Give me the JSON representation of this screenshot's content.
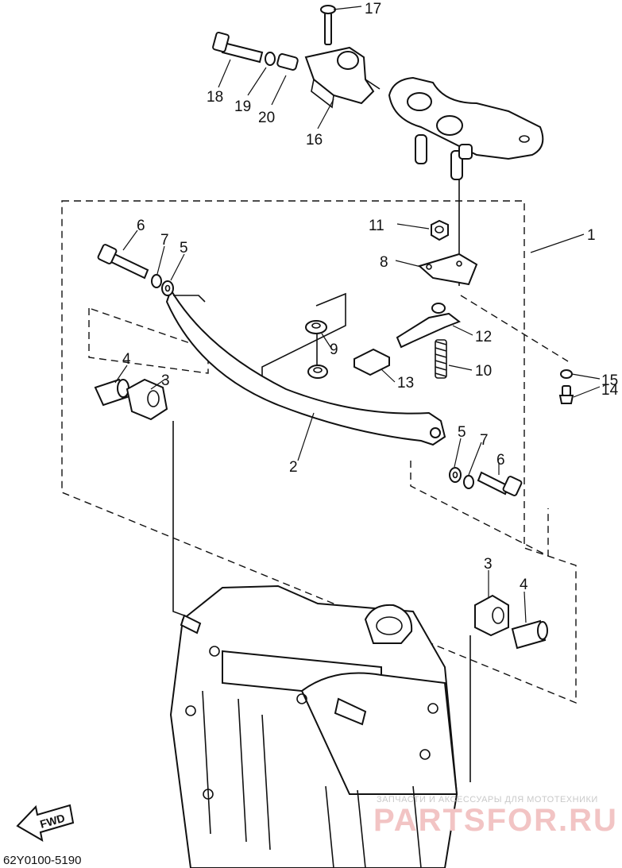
{
  "callouts": [
    {
      "id": "c17",
      "text": "17"
    },
    {
      "id": "c18",
      "text": "18"
    },
    {
      "id": "c19",
      "text": "19"
    },
    {
      "id": "c20",
      "text": "20"
    },
    {
      "id": "c16",
      "text": "16"
    },
    {
      "id": "c11",
      "text": "11"
    },
    {
      "id": "c1",
      "text": "1"
    },
    {
      "id": "c6a",
      "text": "6"
    },
    {
      "id": "c7a",
      "text": "7"
    },
    {
      "id": "c5a",
      "text": "5"
    },
    {
      "id": "c8",
      "text": "8"
    },
    {
      "id": "c12",
      "text": "12"
    },
    {
      "id": "c9",
      "text": "9"
    },
    {
      "id": "c10",
      "text": "10"
    },
    {
      "id": "c13",
      "text": "13"
    },
    {
      "id": "c15",
      "text": "15"
    },
    {
      "id": "c14",
      "text": "14"
    },
    {
      "id": "c4a",
      "text": "4"
    },
    {
      "id": "c3a",
      "text": "3"
    },
    {
      "id": "c5b",
      "text": "5"
    },
    {
      "id": "c7b",
      "text": "7"
    },
    {
      "id": "c6b",
      "text": "6"
    },
    {
      "id": "c2",
      "text": "2"
    },
    {
      "id": "c3b",
      "text": "3"
    },
    {
      "id": "c4b",
      "text": "4"
    }
  ],
  "fwd_label": "FWD",
  "diagram_code": "62Y0100-5190",
  "watermark": {
    "line1": "ЗАПЧАСТИ И АКСЕССУАРЫ ДЛЯ МОТОТЕХНИКИ",
    "line2": "PARTSFOR.RU"
  }
}
